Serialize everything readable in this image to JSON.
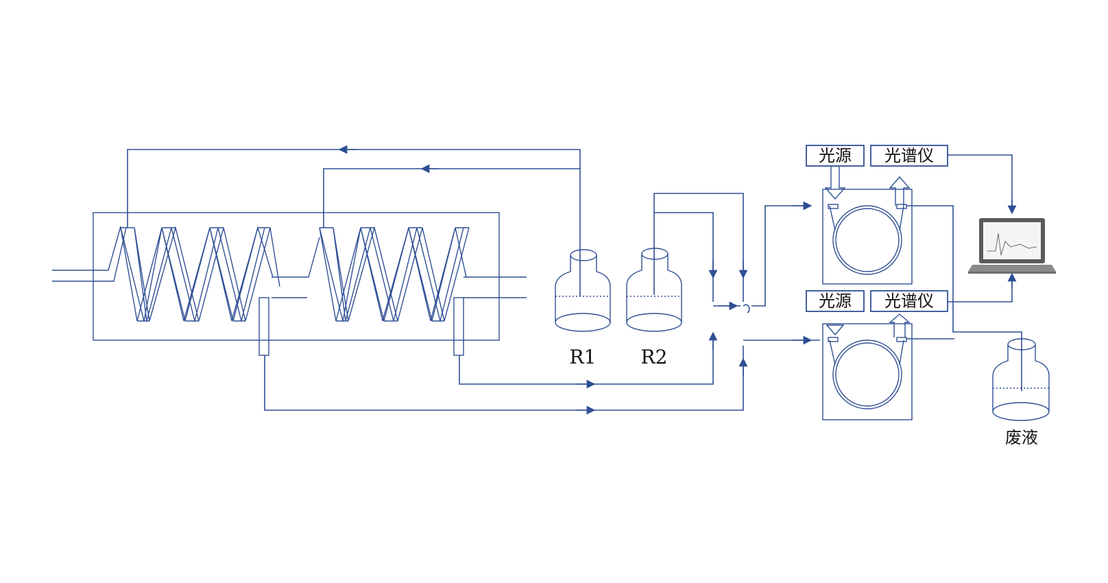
{
  "diagram": {
    "reagents": [
      {
        "label": "R1"
      },
      {
        "label": "R2"
      }
    ],
    "waste_label": "废液",
    "detectors": [
      {
        "source_label": "光源",
        "spectrometer_label": "光谱仪"
      },
      {
        "source_label": "光源",
        "spectrometer_label": "光谱仪"
      }
    ],
    "colors": {
      "line": "#2f4f94",
      "background": "#ffffff"
    },
    "icons": [
      "laptop-icon",
      "reagent-bottle-icon",
      "flow-arrow-icon",
      "coil-icon"
    ]
  }
}
